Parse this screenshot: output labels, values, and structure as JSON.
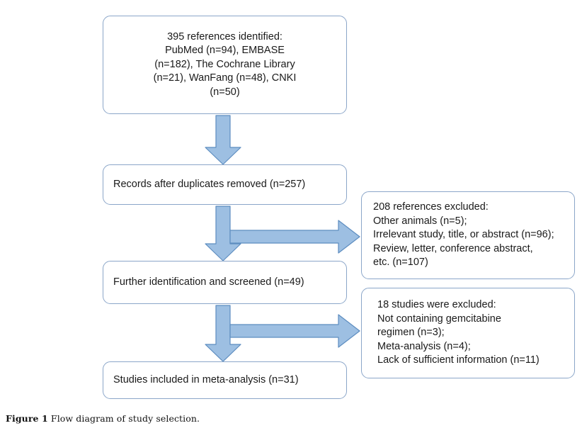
{
  "figure": {
    "caption_label": "Figure 1",
    "caption_text": "Flow diagram of study selection."
  },
  "colors": {
    "arrow_fill": "#9dbfe2",
    "arrow_stroke": "#5d8dc0",
    "box_border": "#8ba6c9",
    "box_background": "#ffffff",
    "text": "#1a1a1a"
  },
  "chart_data": {
    "type": "flowchart",
    "title": "Flow diagram of study selection",
    "nodes": [
      {
        "id": "identified",
        "label": "395 references identified:\nPubMed (n=94), EMBASE\n(n=182), The Cochrane Library\n(n=21), WanFang (n=48), CNKI\n(n=50)",
        "count": 395,
        "align": "center"
      },
      {
        "id": "duplicates_removed",
        "label": "Records after duplicates removed (n=257)",
        "count": 257,
        "align": "left"
      },
      {
        "id": "screened",
        "label": "Further identification and screened (n=49)",
        "count": 49,
        "align": "left"
      },
      {
        "id": "included",
        "label": "Studies included in meta-analysis (n=31)",
        "count": 31,
        "align": "left"
      },
      {
        "id": "excluded_references",
        "label": "208 references excluded:\nOther animals (n=5);\nIrrelevant study, title, or abstract (n=96);\nReview, letter, conference abstract,\netc. (n=107)",
        "count": 208,
        "align": "left"
      },
      {
        "id": "excluded_studies",
        "label": "18 studies were excluded:\nNot containing gemcitabine\nregimen (n=3);\nMeta-analysis (n=4);\nLack of sufficient information (n=11)",
        "count": 18,
        "align": "left"
      }
    ],
    "edges": [
      {
        "from": "identified",
        "to": "duplicates_removed",
        "direction": "down"
      },
      {
        "from": "duplicates_removed",
        "to": "screened",
        "direction": "down"
      },
      {
        "from": "screened",
        "to": "included",
        "direction": "down"
      },
      {
        "from": "duplicates_removed",
        "to": "excluded_references",
        "direction": "right"
      },
      {
        "from": "screened",
        "to": "excluded_studies",
        "direction": "right"
      }
    ],
    "sources": [
      {
        "name": "PubMed",
        "n": 94
      },
      {
        "name": "EMBASE",
        "n": 182
      },
      {
        "name": "The Cochrane Library",
        "n": 21
      },
      {
        "name": "WanFang",
        "n": 48
      },
      {
        "name": "CNKI",
        "n": 50
      }
    ],
    "exclusion_reasons_stage1": [
      {
        "reason": "Other animals",
        "n": 5
      },
      {
        "reason": "Irrelevant study, title, or abstract",
        "n": 96
      },
      {
        "reason": "Review, letter, conference abstract, etc.",
        "n": 107
      }
    ],
    "exclusion_reasons_stage2": [
      {
        "reason": "Not containing gemcitabine regimen",
        "n": 3
      },
      {
        "reason": "Meta-analysis",
        "n": 4
      },
      {
        "reason": "Lack of sufficient information",
        "n": 11
      }
    ]
  }
}
